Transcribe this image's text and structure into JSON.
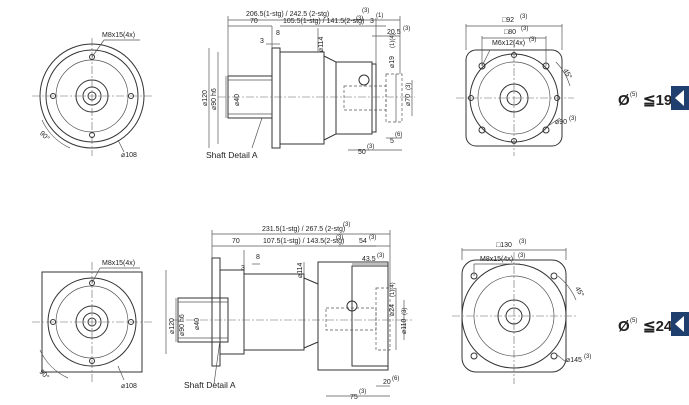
{
  "top": {
    "flange": {
      "thread": "M8x15(4x)",
      "pcd": "⌀108",
      "angle": "90°"
    },
    "side": {
      "total_len": "206.5(1-stg) / 242.5 (2-stg)",
      "total_note": "(3)",
      "body_len": "70",
      "mid_len": "105.5(1-stg) / 141.5(2-stg)",
      "mid_note": "(3)",
      "motor_len": "3",
      "motor_note": "(1)",
      "d3": "3",
      "d8": "8",
      "d20": "20.5",
      "d20_note": "(3)",
      "dia_body": "⌀114",
      "dia_flange": "⌀120",
      "dia_pilot": "⌀90 h6",
      "dia_shaft": "⌀40",
      "dia_in1": "⌀19",
      "dia_in1_note": "(1)(4)",
      "dia_in2": "⌀70",
      "dia_in2_note": "(3)",
      "d5": "5",
      "d5_note": "(6)",
      "d50": "50",
      "d50_note": "(3)",
      "caption": "Shaft Detail  A"
    },
    "motor": {
      "sq92": "□92",
      "sq92_note": "(3)",
      "sq80": "□80",
      "sq80_note": "(3)",
      "thread": "M6x12(4x)",
      "thread_note": "(3)",
      "ang": "45°",
      "pcd": "⌀90",
      "pcd_note": "(3)"
    },
    "label": {
      "prefix": "Ø",
      "note": "(5)",
      "rel": "≦19"
    }
  },
  "bottom": {
    "flange": {
      "thread": "M8x15(4x)",
      "pcd": "⌀108",
      "angle": "90°"
    },
    "side": {
      "total_len": "231.5(1-stg) / 267.5 (2-stg)",
      "total_note": "(3)",
      "body_len": "70",
      "mid_len": "107.5(1-stg) / 143.5(2-stg)",
      "mid_note": "(3)",
      "d54": "54",
      "d54_note": "(3)",
      "d3": "3",
      "d8": "8",
      "d43": "43.5",
      "d43_note": "(3)",
      "dia_body": "⌀114",
      "dia_flange": "⌀120",
      "dia_pilot": "⌀90 h6",
      "dia_shaft": "⌀40",
      "dia_in1": "⌀24",
      "dia_in1_note": "(1)(4)",
      "dia_in2": "⌀110",
      "dia_in2_note": "(3)",
      "d20": "20",
      "d20_note": "(6)",
      "d75": "75",
      "d75_note": "(3)",
      "caption": "Shaft Detail  A"
    },
    "motor": {
      "sq130": "□130",
      "sq130_note": "(3)",
      "thread": "M8x15(4x)",
      "thread_note": "(3)",
      "ang": "45°",
      "pcd": "⌀145",
      "pcd_note": "(3)"
    },
    "label": {
      "prefix": "Ø",
      "note": "(5)",
      "rel": "≦24"
    }
  },
  "colors": {
    "arrow": "#1f3f6e",
    "line": "#333333"
  },
  "icons": {
    "next": "play-left-icon"
  }
}
